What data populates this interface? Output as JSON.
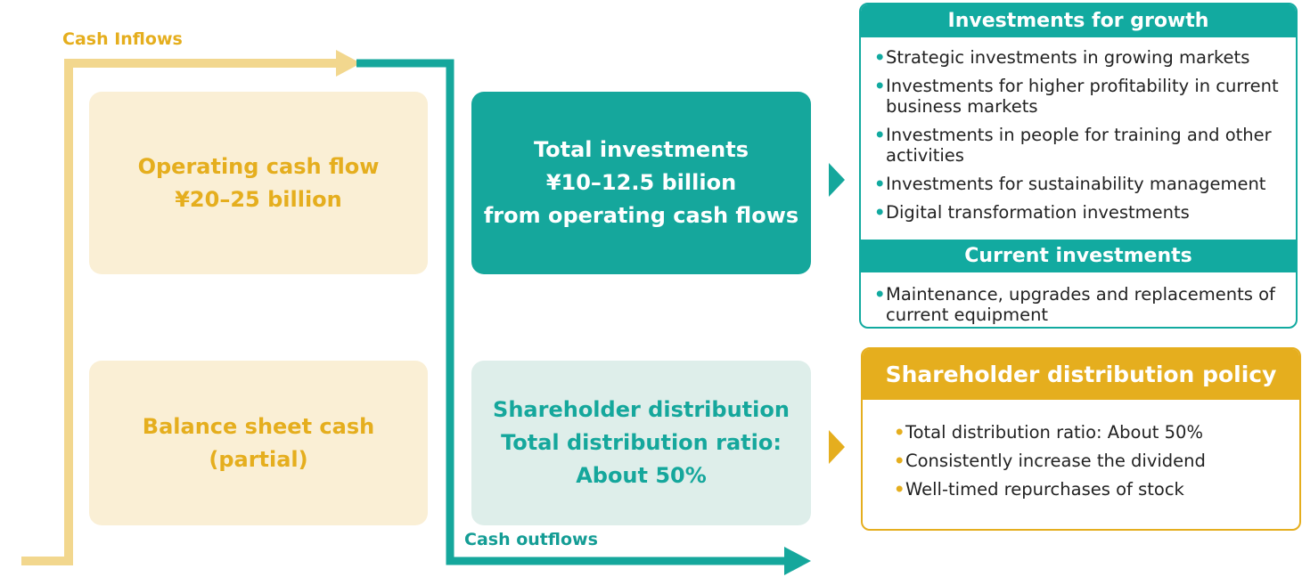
{
  "colors": {
    "inflow": "#f2d78e",
    "outflow": "#15a79c",
    "gold": "#e5ae1e",
    "teal": "#12aaa0"
  },
  "labels": {
    "cash_inflows": "Cash Inflows",
    "cash_outflows": "Cash outflows"
  },
  "inflows": {
    "operating": {
      "line1": "Operating cash flow",
      "line2": "¥20–25 billion"
    },
    "balance": {
      "line1": "Balance sheet cash",
      "line2": "(partial)"
    }
  },
  "outflows": {
    "investments": {
      "line1": "Total investments",
      "line2": "¥10–12.5 billion",
      "line3": "from operating cash flows"
    },
    "shareholder": {
      "line1": "Shareholder distribution",
      "line2": "Total distribution ratio:",
      "line3": "About 50%"
    }
  },
  "growth_panel": {
    "title": "Investments for growth",
    "items": [
      "Strategic investments in growing markets",
      "Investments for higher profitability in current business markets",
      "Investments in people for training and other activities",
      "Investments for sustainability management",
      "Digital transformation investments"
    ],
    "current_title": "Current investments",
    "current_items": [
      "Maintenance, upgrades and replacements of current equipment"
    ]
  },
  "distribution_panel": {
    "title": "Shareholder distribution policy",
    "items": [
      "Total distribution ratio: About 50%",
      "Consistently increase the dividend",
      "Well-timed repurchases of stock"
    ]
  }
}
